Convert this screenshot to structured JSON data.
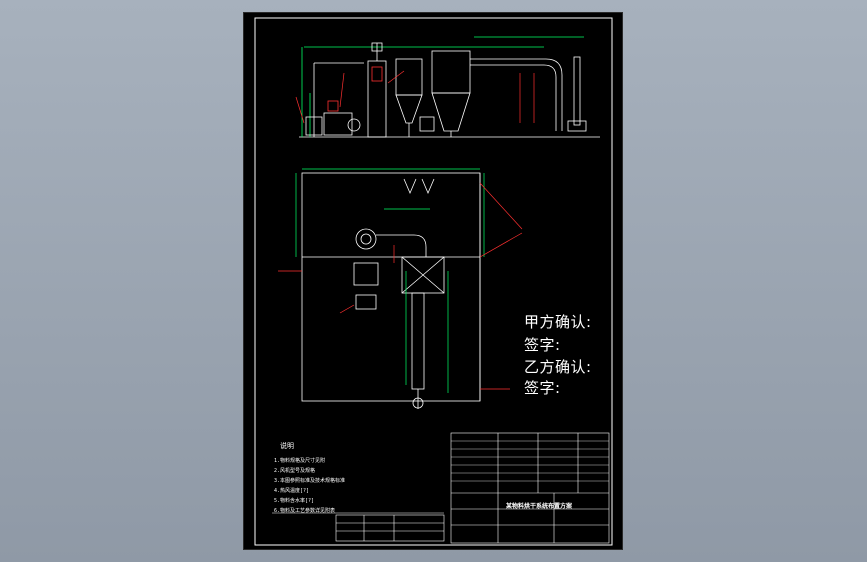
{
  "confirmation": {
    "party_a": "甲方确认:",
    "party_a_sign": "签字:",
    "party_b": "乙方确认:",
    "party_b_sign": "签字:"
  },
  "notes": {
    "title": "说明",
    "items": [
      "1.物料规格及尺寸见附",
      "2.风机型号及规格",
      "3.本图参照标准及技术规格标准",
      "4.热风温度[?]",
      "5.物料含水率[?]",
      "6.物料及工艺参数详见附表"
    ]
  },
  "title_block": {
    "drawing_title": "某物料烘干系统布置方案"
  },
  "colors": {
    "background": "#9aa4b1",
    "sheet": "#000000",
    "line": "#ffffff",
    "dimension": "#00ff66",
    "leader": "#ff3030",
    "equipment": "#ffffff"
  }
}
